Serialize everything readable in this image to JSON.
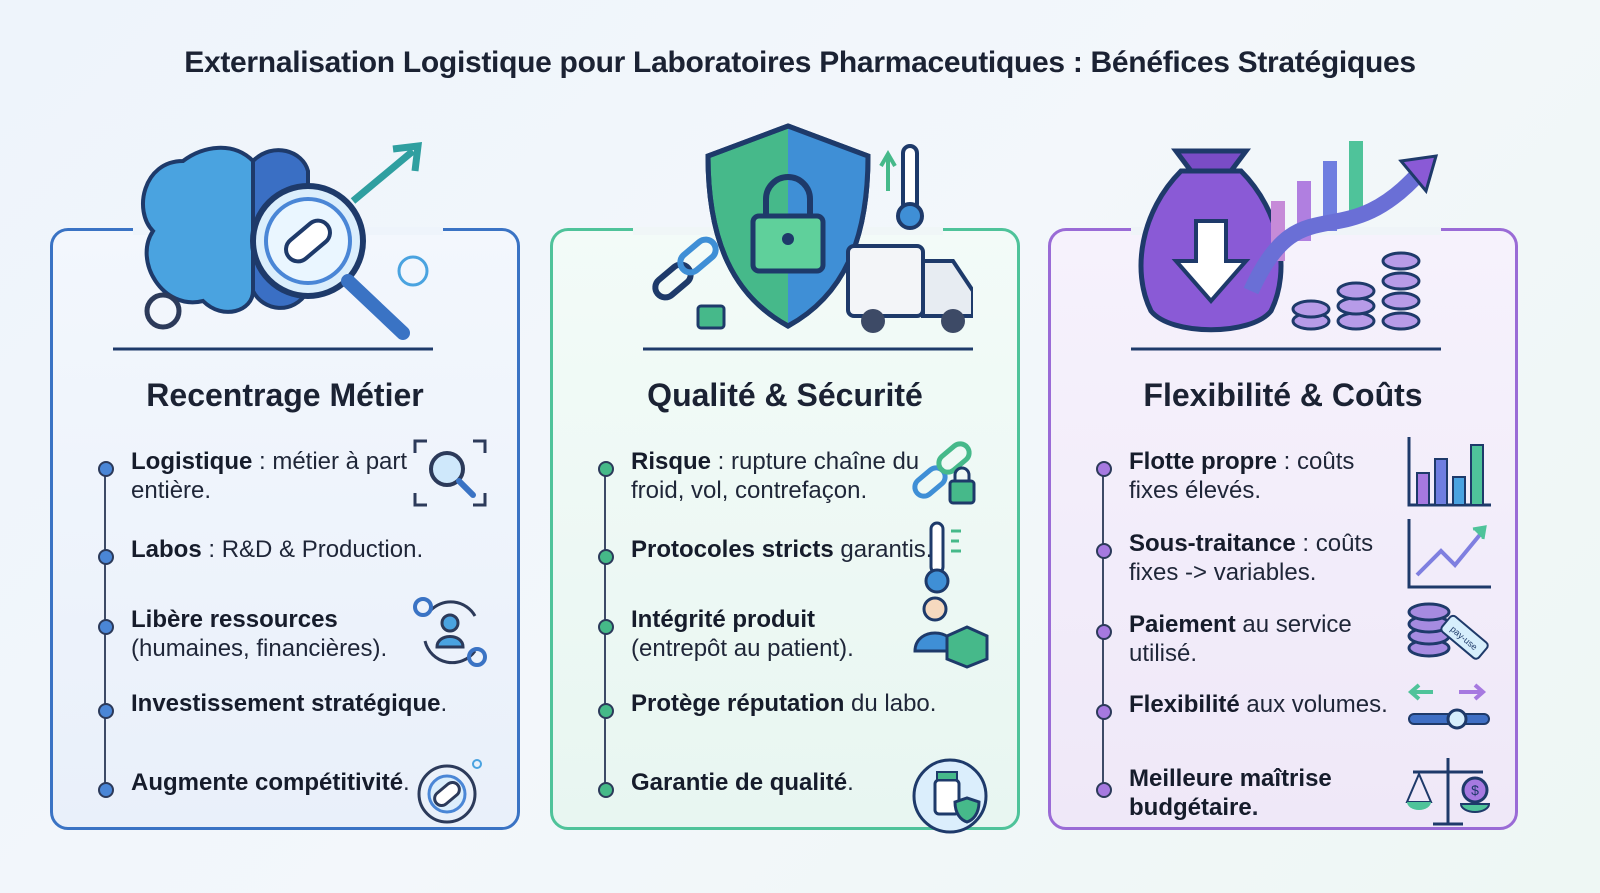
{
  "title": "Externalisation Logistique pour Laboratoires Pharmaceutiques : Bénéfices Stratégiques",
  "colors": {
    "blue": "#3a73c4",
    "green": "#4fc39a",
    "purple": "#9a6bd6"
  },
  "cards": [
    {
      "title": "Recentrage Métier",
      "illustration": "brain-magnifier-pill-icon",
      "items": [
        {
          "bold": "Logistique",
          "text": " : métier à part entière.",
          "icon": "focus-magnifier-icon"
        },
        {
          "bold": "Labos",
          "text": " : R&D & Production.",
          "icon": ""
        },
        {
          "bold": "Libère ressources",
          "text": " (humaines, financières).",
          "icon": "resources-cycle-icon"
        },
        {
          "bold": "Investissement stratégique",
          "text": ".",
          "icon": ""
        },
        {
          "bold": "Augmente compétitivité",
          "text": ".",
          "icon": "target-pill-icon"
        }
      ]
    },
    {
      "title": "Qualité & Sécurité",
      "illustration": "shield-lock-truck-icon",
      "items": [
        {
          "bold": "Risque",
          "text": " : rupture chaîne du froid, vol, contrefaçon.",
          "icon": "chain-lock-icon"
        },
        {
          "bold": "Protocoles stricts",
          "text": " garantis.",
          "icon": "thermometer-icon"
        },
        {
          "bold": "Intégrité produit",
          "text": " (entrepôt au patient).",
          "icon": "person-package-icon"
        },
        {
          "bold": "Protège réputation",
          "text": " du labo.",
          "icon": ""
        },
        {
          "bold": "Garantie de qualité",
          "text": ".",
          "icon": "medicine-shield-icon"
        }
      ]
    },
    {
      "title": "Flexibilité & Coûts",
      "illustration": "money-bag-growth-icon",
      "items": [
        {
          "bold": "Flotte propre",
          "text": " : coûts fixes élevés.",
          "icon": "bar-chart-icon"
        },
        {
          "bold": "Sous-traitance",
          "text": " : coûts fixes -> variables.",
          "icon": "line-chart-icon"
        },
        {
          "bold": "Paiement",
          "text": " au service utilisé.",
          "icon": "coins-tag-icon",
          "tag": "pay-use"
        },
        {
          "bold": "Flexibilité",
          "text": " aux volumes.",
          "icon": "slider-arrows-icon"
        },
        {
          "bold": "Meilleure maîtrise budgétaire",
          "text": ".",
          "icon": "balance-scale-icon"
        }
      ]
    }
  ]
}
